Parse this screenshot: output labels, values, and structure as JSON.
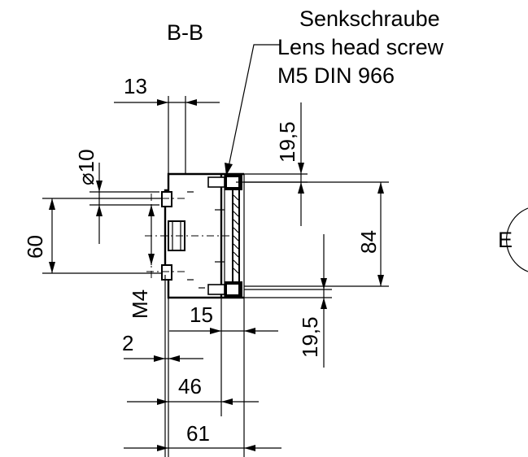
{
  "section_label": "B-B",
  "callout": {
    "line1": "Senkschraube",
    "line2": "Lens head screw",
    "line3": "M5 DIN 966"
  },
  "dimensions": {
    "width_13": "13",
    "dia_10": "⌀10",
    "offset_19_5_top": "19,5",
    "height_84": "84",
    "height_60": "60",
    "thread_m4": "M4",
    "width_15": "15",
    "offset_19_5_bottom": "19,5",
    "width_2": "2",
    "width_46": "46",
    "width_61": "61"
  },
  "detail_label": "E"
}
